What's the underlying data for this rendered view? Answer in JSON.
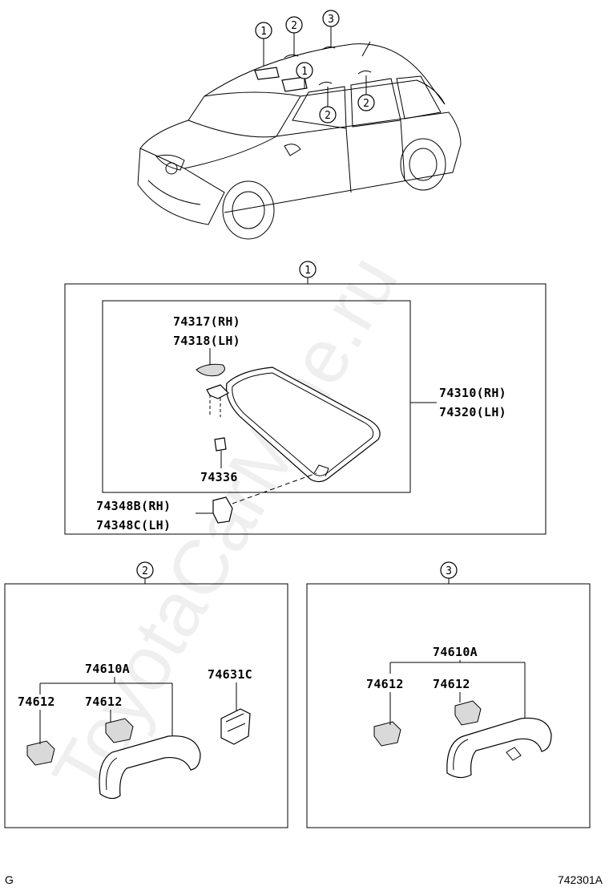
{
  "watermark": "ToyotaCarMine.ru",
  "callouts": {
    "one": "1",
    "two": "2",
    "three": "3"
  },
  "section1": {
    "parts": {
      "p74317": "74317(RH)",
      "p74318": "74318(LH)",
      "p74310": "74310(RH)",
      "p74320": "74320(LH)",
      "p74336": "74336",
      "p74348b": "74348B(RH)",
      "p74348c": "74348C(LH)"
    }
  },
  "section2": {
    "parts": {
      "p74610a": "74610A",
      "p74612_left": "74612",
      "p74612_right": "74612",
      "p74631c": "74631C"
    }
  },
  "section3": {
    "parts": {
      "p74610a": "74610A",
      "p74612_left": "74612",
      "p74612_right": "74612"
    }
  },
  "footer": {
    "left_code": "G",
    "figure_code": "742301A"
  }
}
